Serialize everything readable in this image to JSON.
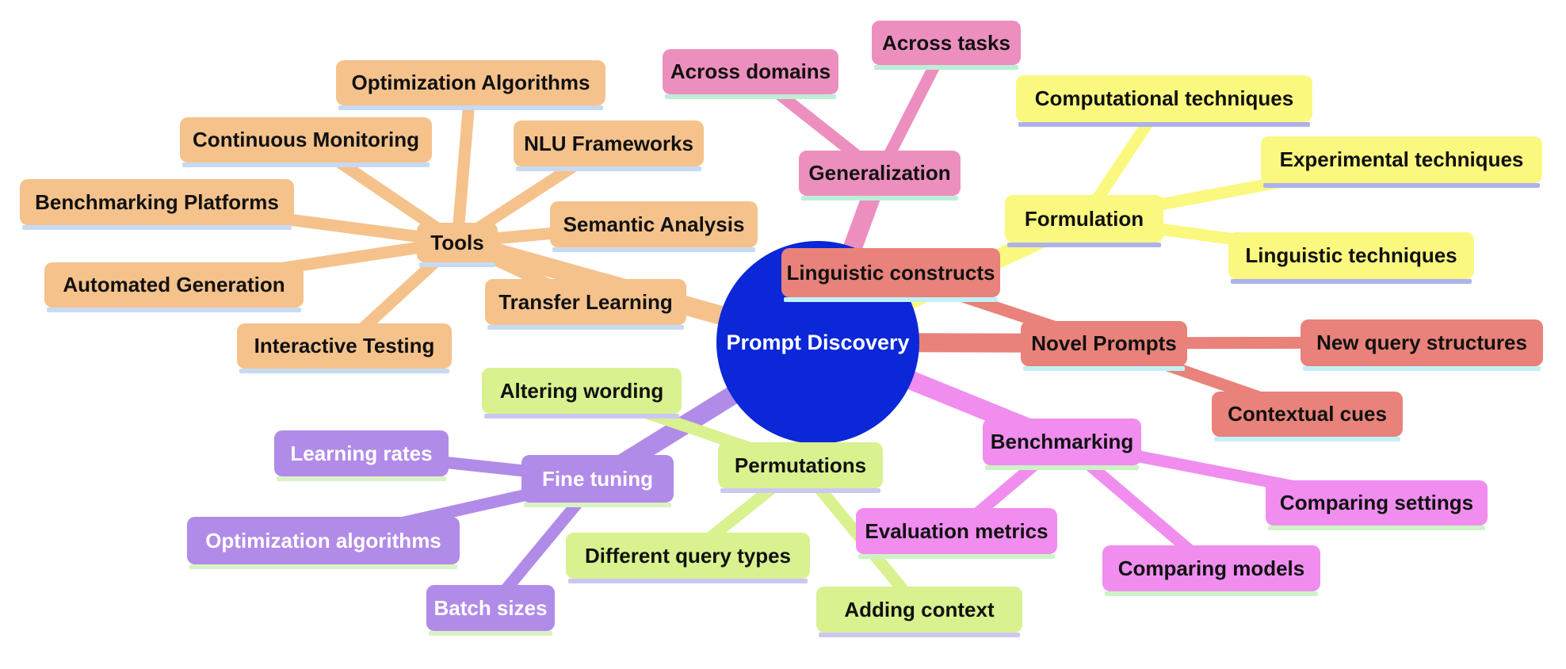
{
  "root": {
    "label": "Prompt Discovery",
    "fill": "#0b27d8",
    "text_color": "#ffffff"
  },
  "branches": [
    {
      "label": "Tools",
      "fill": "#f5c28c",
      "underline": "#c7daf4",
      "text": "#111111",
      "children": [
        "Optimization Algorithms",
        "Continuous Monitoring",
        "Benchmarking Platforms",
        "Automated Generation",
        "Interactive Testing",
        "NLU Frameworks",
        "Semantic Analysis",
        "Transfer Learning"
      ]
    },
    {
      "label": "Generalization",
      "fill": "#ec8fbe",
      "underline": "#bdeed6",
      "text": "#111111",
      "children": [
        "Across domains",
        "Across tasks"
      ]
    },
    {
      "label": "Formulation",
      "fill": "#fbf87f",
      "underline": "#aeb2ea",
      "text": "#111111",
      "children": [
        "Computational techniques",
        "Experimental techniques",
        "Linguistic techniques"
      ]
    },
    {
      "label": "Novel Prompts",
      "fill": "#e8827a",
      "underline": "#c2f1f8",
      "text": "#111111",
      "children": [
        "Linguistic constructs",
        "New query structures",
        "Contextual cues"
      ]
    },
    {
      "label": "Benchmarking",
      "fill": "#f08def",
      "underline": "#cdf2c6",
      "text": "#111111",
      "children": [
        "Evaluation metrics",
        "Comparing settings",
        "Comparing models"
      ]
    },
    {
      "label": "Permutations",
      "fill": "#d9f18f",
      "underline": "#ccc7f2",
      "text": "#111111",
      "children": [
        "Altering wording",
        "Different query types",
        "Adding context"
      ]
    },
    {
      "label": "Fine tuning",
      "fill": "#b18be8",
      "underline": "#daf2c5",
      "text": "#ffffff",
      "children": [
        "Learning rates",
        "Optimization algorithms",
        "Batch sizes"
      ]
    }
  ]
}
